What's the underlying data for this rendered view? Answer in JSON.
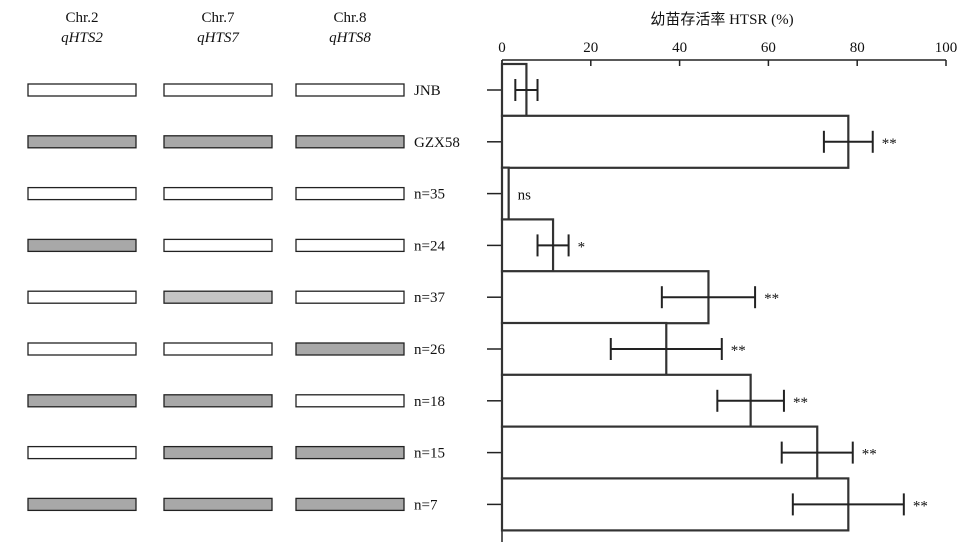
{
  "columns": [
    {
      "chr": "Chr.2",
      "qtl": "qHTS2"
    },
    {
      "chr": "Chr.7",
      "qtl": "qHTS7"
    },
    {
      "chr": "Chr.8",
      "qtl": "qHTS8"
    }
  ],
  "colors": {
    "filled": "#a8a8a8",
    "filled_light": "#c4c4c4",
    "empty": "#ffffff",
    "border": "#222222",
    "bar_edge": "#333333"
  },
  "chart_data": {
    "type": "bar",
    "orientation": "horizontal",
    "xlabel": "幼苗存活率 HTSR (%)",
    "xlim": [
      0,
      100
    ],
    "xticks": [
      0,
      20,
      40,
      60,
      80,
      100
    ],
    "categories": [
      "JNB",
      "GZX58",
      "n=35",
      "n=24",
      "n=37",
      "n=26",
      "n=18",
      "n=15",
      "n=7"
    ],
    "values": [
      5.5,
      78,
      1.5,
      11.5,
      46.5,
      37,
      56,
      71,
      78
    ],
    "errors": [
      2.5,
      5.5,
      0,
      3.5,
      10.5,
      12.5,
      7.5,
      8,
      12.5
    ],
    "significance": [
      "",
      "**",
      "ns",
      "*",
      "**",
      "**",
      "**",
      "**",
      "**"
    ],
    "genotypes": [
      [
        "empty",
        "empty",
        "empty"
      ],
      [
        "filled",
        "filled",
        "filled"
      ],
      [
        "empty",
        "empty",
        "empty"
      ],
      [
        "filled",
        "empty",
        "empty"
      ],
      [
        "empty",
        "filled_light",
        "empty"
      ],
      [
        "empty",
        "empty",
        "filled"
      ],
      [
        "filled",
        "filled",
        "empty"
      ],
      [
        "empty",
        "filled",
        "filled"
      ],
      [
        "filled",
        "filled",
        "filled"
      ]
    ]
  }
}
